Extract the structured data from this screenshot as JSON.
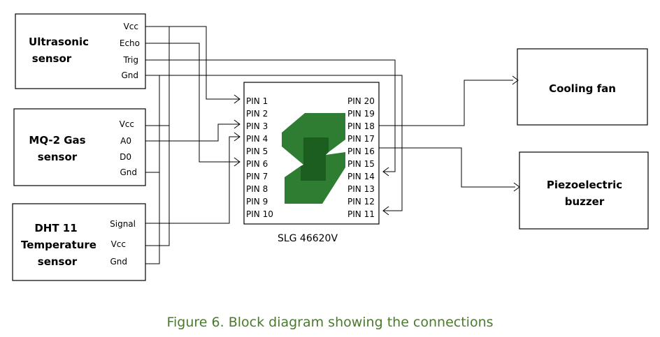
{
  "blocks": {
    "ultrasonic": {
      "title": [
        "Ultrasonic",
        "sensor"
      ],
      "pins": [
        "Vcc",
        "Echo",
        "Trig",
        "Gnd"
      ]
    },
    "gas": {
      "title": [
        "MQ-2 Gas",
        "sensor"
      ],
      "pins": [
        "Vcc",
        "A0",
        "D0",
        "Gnd"
      ]
    },
    "dht": {
      "title": [
        "DHT 11",
        "Temperature",
        "sensor"
      ],
      "pins": [
        "Signal",
        "Vcc",
        "Gnd"
      ]
    },
    "chip": {
      "label": "SLG  46620V",
      "left_pins": [
        "PIN 1",
        "PIN 2",
        "PIN 3",
        "PIN 4",
        "PIN 5",
        "PIN 6",
        "PIN 7",
        "PIN 8",
        "PIN 9",
        "PIN 10"
      ],
      "right_pins": [
        "PIN 20",
        "PIN 19",
        "PIN 18",
        "PIN 17",
        "PIN 16",
        "PIN 15",
        "PIN 14",
        "PIN 13",
        "PIN 12",
        "PIN 11"
      ]
    },
    "fan": {
      "title": [
        "Cooling fan"
      ]
    },
    "buzzer": {
      "title": [
        "Piezoelectric",
        "buzzer"
      ]
    }
  },
  "caption": "Figure 6. Block diagram showing the connections",
  "colors": {
    "caption": "#4a7a2e",
    "logo": "#2e7d32"
  }
}
